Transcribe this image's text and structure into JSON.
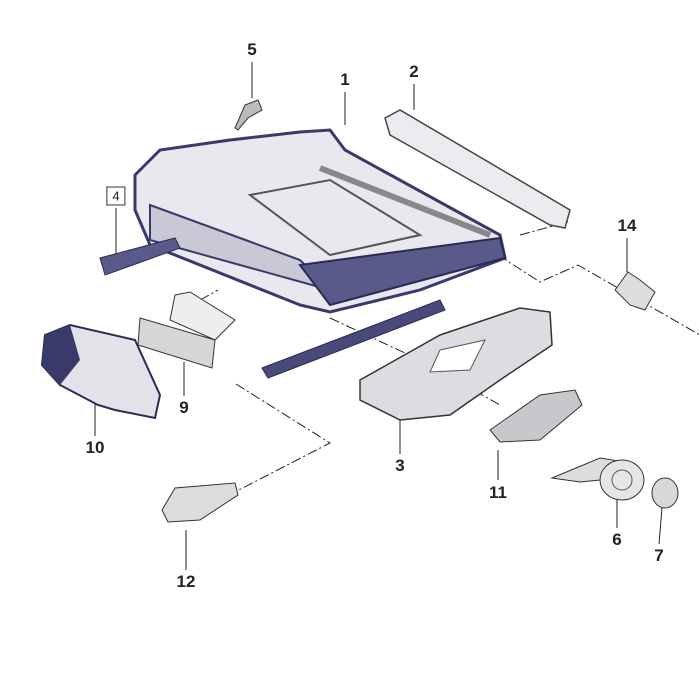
{
  "diagram": {
    "type": "exploded-parts-diagram",
    "colors": {
      "part_fill": "#e4e4ea",
      "part_dark": "#3a3a6a",
      "line": "#222222"
    },
    "callouts": [
      {
        "id": "1",
        "label": "1"
      },
      {
        "id": "2",
        "label": "2"
      },
      {
        "id": "3",
        "label": "3"
      },
      {
        "id": "4",
        "label": "4"
      },
      {
        "id": "5",
        "label": "5"
      },
      {
        "id": "6",
        "label": "6"
      },
      {
        "id": "7",
        "label": "7"
      },
      {
        "id": "9",
        "label": "9"
      },
      {
        "id": "10",
        "label": "10"
      },
      {
        "id": "11",
        "label": "11"
      },
      {
        "id": "12",
        "label": "12"
      },
      {
        "id": "14",
        "label": "14"
      }
    ]
  }
}
